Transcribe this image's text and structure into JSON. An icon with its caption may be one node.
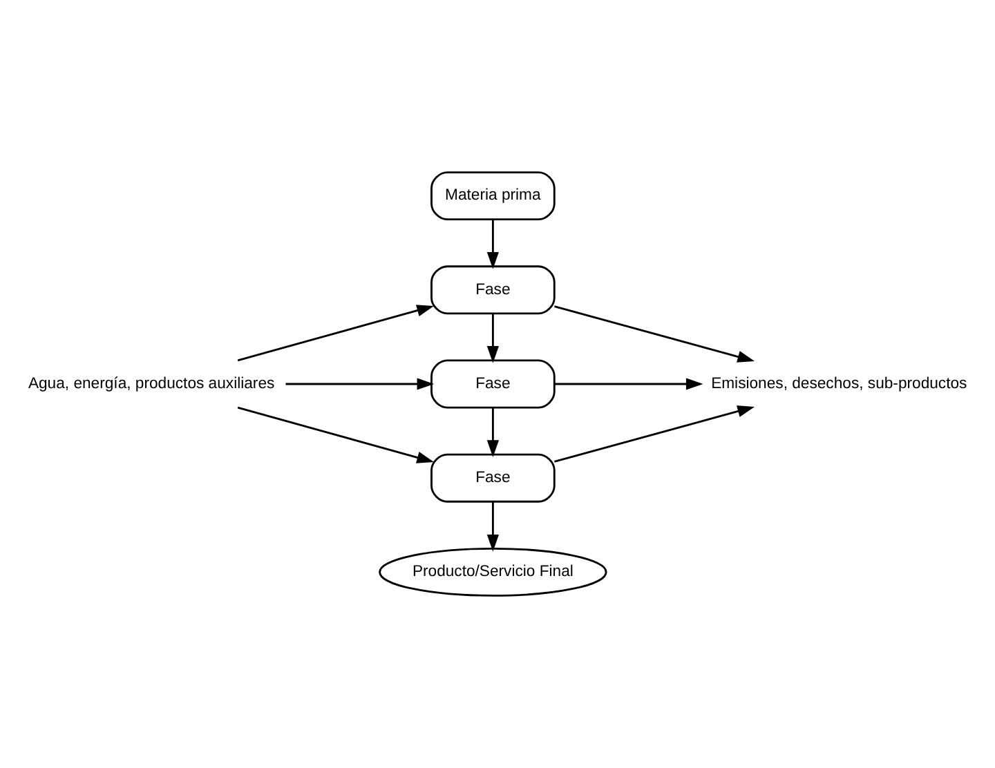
{
  "diagram": {
    "nodes": [
      {
        "text": [
          "Materia prima"
        ]
      },
      {
        "text": [
          "Fase"
        ]
      },
      {
        "text": [
          "Fase"
        ]
      },
      {
        "text": [
          "Fase"
        ]
      },
      {
        "text": [
          "Producto/Servicio Final"
        ]
      },
      {
        "text": [
          "Agua, energía, productos auxiliares"
        ]
      },
      {
        "text": [
          "Emisiones, desechos, sub-productos"
        ]
      }
    ],
    "edges": [
      {
        "from": 0,
        "to": 1,
        "arrow": "to"
      },
      {
        "from": 1,
        "to": 2,
        "arrow": "to"
      },
      {
        "from": 2,
        "to": 3,
        "arrow": "to"
      },
      {
        "from": 3,
        "to": 4,
        "arrow": "to"
      },
      {
        "from": 5,
        "to": 1,
        "arrow": "to"
      },
      {
        "from": 5,
        "to": 2,
        "arrow": "to"
      },
      {
        "from": 5,
        "to": 3,
        "arrow": "to"
      },
      {
        "from": 1,
        "to": 6,
        "arrow": "to"
      },
      {
        "from": 2,
        "to": 6,
        "arrow": "to"
      },
      {
        "from": 3,
        "to": 6,
        "arrow": "to"
      }
    ]
  }
}
